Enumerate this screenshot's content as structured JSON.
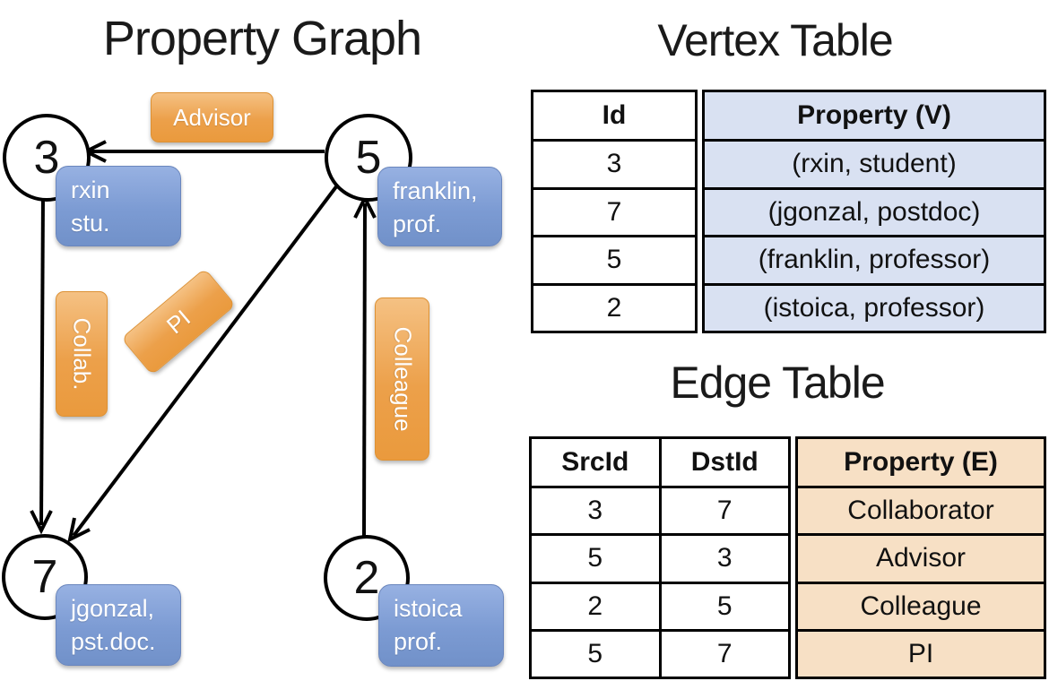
{
  "graph": {
    "title": "Property Graph",
    "nodes": [
      {
        "id": "3",
        "line1": "rxin",
        "line2": "stu."
      },
      {
        "id": "5",
        "line1": "franklin,",
        "line2": "prof."
      },
      {
        "id": "7",
        "line1": "jgonzal,",
        "line2": "pst.doc."
      },
      {
        "id": "2",
        "line1": "istoica",
        "line2": "prof."
      }
    ],
    "edge_labels": {
      "advisor": "Advisor",
      "collab": "Collab.",
      "pi": "PI",
      "colleague": "Colleague"
    }
  },
  "vertex_table": {
    "title": "Vertex Table",
    "columns": {
      "id": "Id",
      "property": "Property (V)"
    },
    "rows": [
      {
        "id": "3",
        "property": "(rxin, student)"
      },
      {
        "id": "7",
        "property": "(jgonzal, postdoc)"
      },
      {
        "id": "5",
        "property": "(franklin, professor)"
      },
      {
        "id": "2",
        "property": "(istoica, professor)"
      }
    ]
  },
  "edge_table": {
    "title": "Edge Table",
    "columns": {
      "src": "SrcId",
      "dst": "DstId",
      "property": "Property (E)"
    },
    "rows": [
      {
        "src": "3",
        "dst": "7",
        "property": "Collaborator"
      },
      {
        "src": "5",
        "dst": "3",
        "property": "Advisor"
      },
      {
        "src": "2",
        "dst": "5",
        "property": "Colleague"
      },
      {
        "src": "5",
        "dst": "7",
        "property": "PI"
      }
    ]
  },
  "colors": {
    "edge_label_orange": "#ec9f42",
    "vertex_box_blue": "#7c9bd3",
    "vertex_table_property_bg": "#d9e1f2",
    "edge_table_property_bg": "#f7e0c5",
    "line_black": "#000000"
  }
}
